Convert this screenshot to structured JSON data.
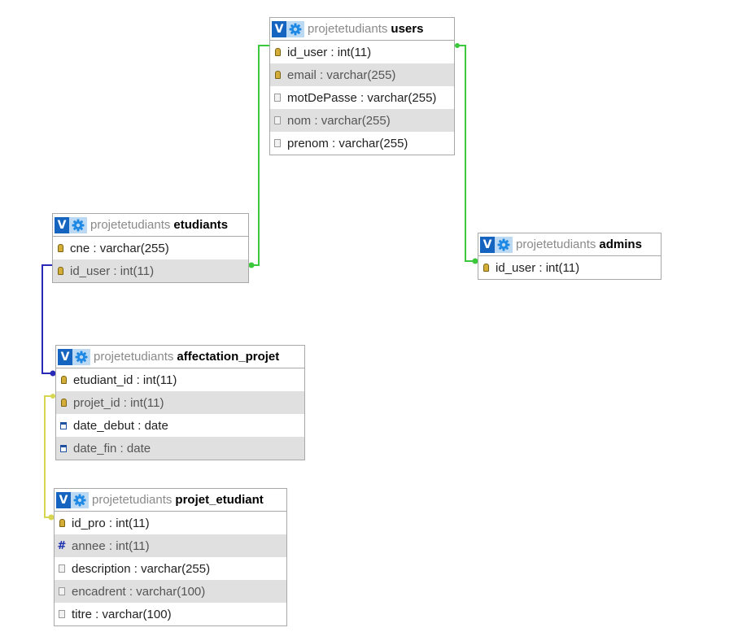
{
  "tables": {
    "users": {
      "db": "projetetudiants",
      "name": "users",
      "columns": [
        {
          "name": "id_user",
          "type": "int(11)",
          "icon": "key"
        },
        {
          "name": "email",
          "type": "varchar(255)",
          "icon": "key"
        },
        {
          "name": "motDePasse",
          "type": "varchar(255)",
          "icon": "text"
        },
        {
          "name": "nom",
          "type": "varchar(255)",
          "icon": "text"
        },
        {
          "name": "prenom",
          "type": "varchar(255)",
          "icon": "text"
        }
      ]
    },
    "etudiants": {
      "db": "projetetudiants",
      "name": "etudiants",
      "columns": [
        {
          "name": "cne",
          "type": "varchar(255)",
          "icon": "key"
        },
        {
          "name": "id_user",
          "type": "int(11)",
          "icon": "key"
        }
      ]
    },
    "admins": {
      "db": "projetetudiants",
      "name": "admins",
      "columns": [
        {
          "name": "id_user",
          "type": "int(11)",
          "icon": "key"
        }
      ]
    },
    "affectation_projet": {
      "db": "projetetudiants",
      "name": "affectation_projet",
      "columns": [
        {
          "name": "etudiant_id",
          "type": "int(11)",
          "icon": "key"
        },
        {
          "name": "projet_id",
          "type": "int(11)",
          "icon": "key"
        },
        {
          "name": "date_debut",
          "type": "date",
          "icon": "date"
        },
        {
          "name": "date_fin",
          "type": "date",
          "icon": "date"
        }
      ]
    },
    "projet_etudiant": {
      "db": "projetetudiants",
      "name": "projet_etudiant",
      "columns": [
        {
          "name": "id_pro",
          "type": "int(11)",
          "icon": "key"
        },
        {
          "name": "annee",
          "type": "int(11)",
          "icon": "number"
        },
        {
          "name": "description",
          "type": "varchar(255)",
          "icon": "text"
        },
        {
          "name": "encadrent",
          "type": "varchar(100)",
          "icon": "text"
        },
        {
          "name": "titre",
          "type": "varchar(100)",
          "icon": "text"
        }
      ]
    }
  },
  "colors": {
    "users_etudiants": "#3cc83c",
    "users_admins": "#3cc83c",
    "etudiants_affectation": "#2a2ab8",
    "affectation_projet": "#d6d650",
    "header_v": "#1565c0",
    "header_gear": "#bcd9f3",
    "row_alt": "#e0e0e0"
  },
  "ui": {
    "v_label": "V",
    "sep": " : "
  }
}
